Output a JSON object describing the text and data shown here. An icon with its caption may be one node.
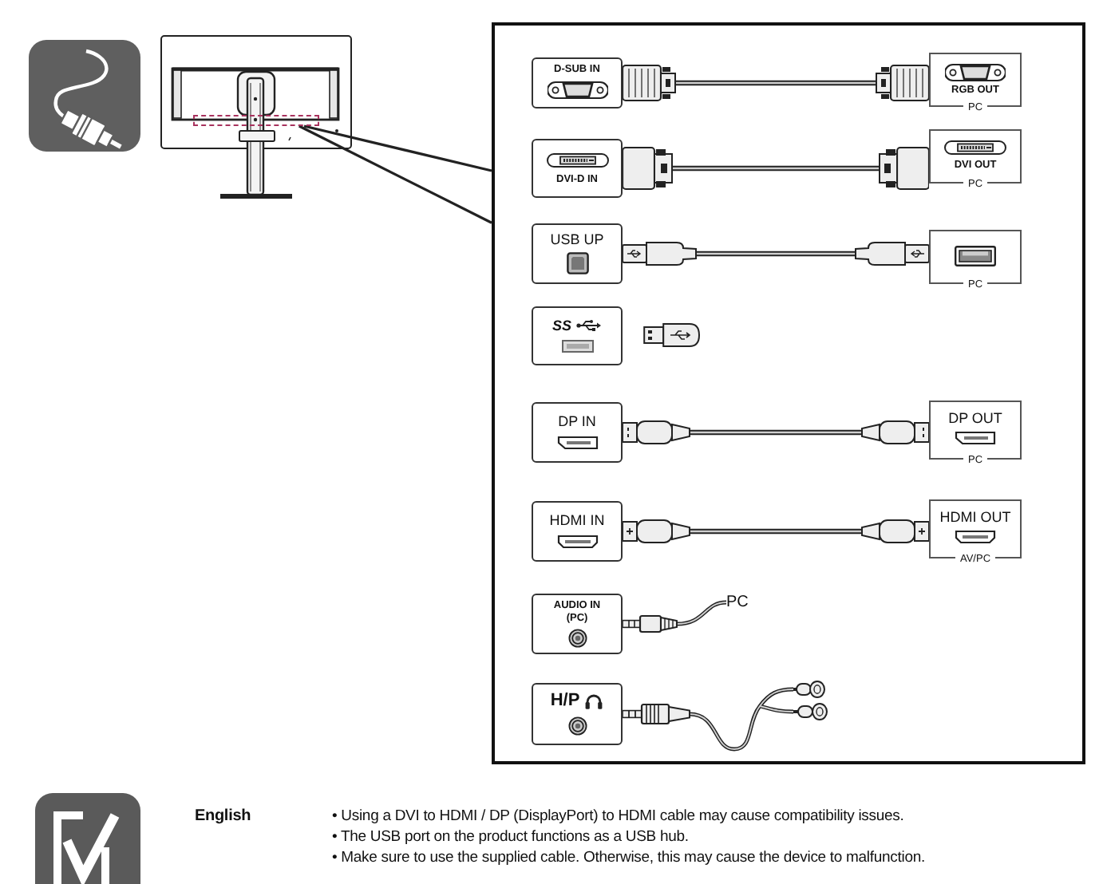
{
  "diagram": {
    "nodes": [
      {
        "text": [],
        "shape": "box"
      },
      {
        "text": [],
        "shape": "box"
      },
      {
        "text": [
          "D-SUB IN"
        ],
        "in": 1
      },
      {
        "text": [
          "RGB OUT",
          "PC"
        ],
        "in": 1
      },
      {
        "text": [
          "DVI-D IN"
        ],
        "in": 1
      },
      {
        "text": [
          "DVI OUT",
          "PC"
        ],
        "in": 1
      },
      {
        "text": [
          "USB UP"
        ],
        "in": 1
      },
      {
        "text": [
          "PC"
        ],
        "in": 1
      },
      {
        "text": [
          "SS"
        ],
        "in": 1
      },
      {
        "text": [
          "DP IN"
        ],
        "in": 1
      },
      {
        "text": [
          "DP OUT",
          "PC"
        ],
        "in": 1
      },
      {
        "text": [
          "HDMI IN"
        ],
        "in": 1
      },
      {
        "text": [
          "HDMI OUT",
          "AV/PC"
        ],
        "in": 1
      },
      {
        "text": [
          "AUDIO IN (PC)"
        ],
        "in": 1
      },
      {
        "text": [
          "PC"
        ],
        "in": 1
      },
      {
        "text": [
          "H/P"
        ],
        "in": 1
      },
      {
        "text": [],
        "shape": "picture",
        "in": 1
      }
    ],
    "edges": [
      {
        "from": 0,
        "to": 1,
        "arrow": "none"
      },
      {
        "from": 0,
        "to": 1,
        "arrow": "none"
      },
      {
        "from": 2,
        "to": 3,
        "arrow": "other"
      },
      {
        "from": 4,
        "to": 5,
        "arrow": "other"
      },
      {
        "from": 6,
        "to": 7,
        "arrow": "other"
      },
      {
        "from": 9,
        "to": 10,
        "arrow": "other"
      },
      {
        "from": 11,
        "to": 12,
        "arrow": "other"
      },
      {
        "from": 13,
        "to": 14,
        "arrow": "other"
      },
      {
        "from": 15,
        "to": 16,
        "arrow": "other"
      }
    ],
    "labels": [
      "English",
      "• Using a DVI to HDMI / DP (DisplayPort) to HDMI cable may cause compatibility issues.",
      "• The USB port on the product functions as a USB hub.",
      "• Make sure to use the supplied cable. Otherwise, this may cause the device to malfunction."
    ]
  }
}
